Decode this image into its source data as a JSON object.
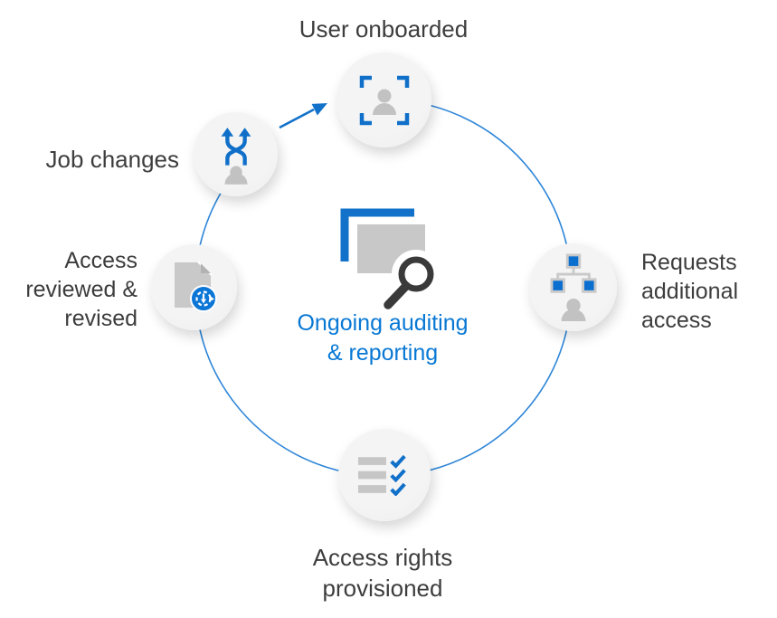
{
  "nodes": {
    "user_onboarded": {
      "label": "User onboarded",
      "icon": "user-badge-frame-icon"
    },
    "job_changes": {
      "label": "Job changes",
      "icon": "shuffle-arrows-user-icon"
    },
    "access_reviewed": {
      "lines": [
        "Access",
        "reviewed &",
        "revised"
      ],
      "icon": "document-history-clock-icon"
    },
    "requests_additional": {
      "lines": [
        "Requests",
        "additional",
        "access"
      ],
      "icon": "org-chart-user-icon"
    },
    "access_provisioned": {
      "lines": [
        "Access rights",
        "provisioned"
      ],
      "icon": "checklist-checkmarks-icon"
    }
  },
  "center": {
    "lines": [
      "Ongoing auditing",
      "& reporting"
    ],
    "icon": "documents-magnifier-icon"
  },
  "connector": {
    "shape": "circle-arc-with-arrow",
    "arrow_from": "job_changes",
    "arrow_to": "user_onboarded"
  },
  "colors": {
    "accent_blue": "#1070c9",
    "arc_blue": "#2e86d8",
    "center_text_blue": "#0878d4",
    "text_dark": "#3d3d3d",
    "icon_gray": "#c6c6c6",
    "icon_gray_dark": "#b2b2b2",
    "magnifier_dark": "#3a3a3a",
    "node_fill": "#f1f1f1"
  }
}
